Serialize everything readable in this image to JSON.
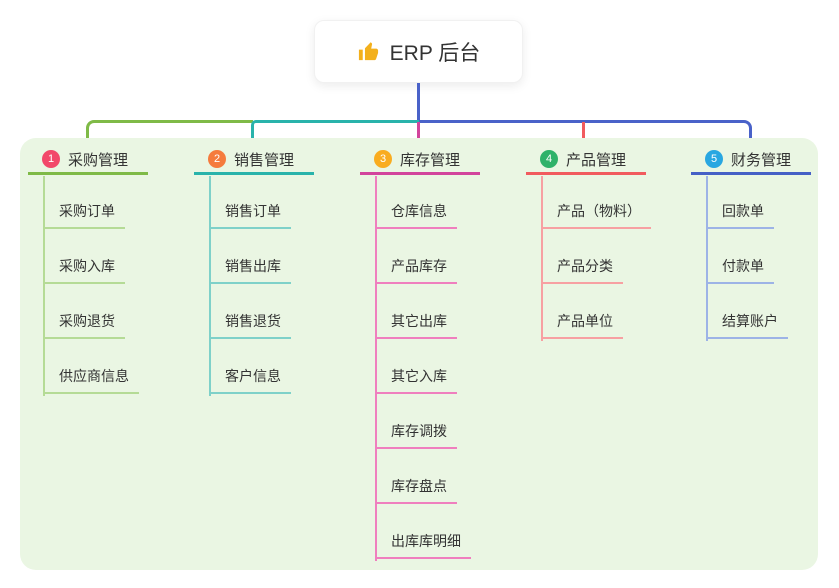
{
  "root": {
    "label": "ERP 后台",
    "icon": "thumbs-up-icon"
  },
  "branches": [
    {
      "num": "1",
      "label": "采购管理",
      "badge_color": "#f2486a",
      "line_color": "#7fba47",
      "child_line_color": "#b5db96",
      "children": [
        "采购订单",
        "采购入库",
        "采购退货",
        "供应商信息"
      ]
    },
    {
      "num": "2",
      "label": "销售管理",
      "badge_color": "#f57b3d",
      "line_color": "#29b3ab",
      "child_line_color": "#7fd1c9",
      "children": [
        "销售订单",
        "销售出库",
        "销售退货",
        "客户信息"
      ]
    },
    {
      "num": "3",
      "label": "库存管理",
      "badge_color": "#f9ac1f",
      "line_color": "#d2449c",
      "child_line_color": "#ef7fbe",
      "children": [
        "仓库信息",
        "产品库存",
        "其它出库",
        "其它入库",
        "库存调拨",
        "库存盘点",
        "出库库明细"
      ]
    },
    {
      "num": "4",
      "label": "产品管理",
      "badge_color": "#2fb26a",
      "line_color": "#f15b5e",
      "child_line_color": "#f7a0a2",
      "children": [
        "产品（物料）",
        "产品分类",
        "产品单位"
      ]
    },
    {
      "num": "5",
      "label": "财务管理",
      "badge_color": "#29a7e1",
      "line_color": "#4560c6",
      "child_line_color": "#9db3e6",
      "children": [
        "回款单",
        "付款单",
        "结算账户"
      ]
    }
  ],
  "palette": {
    "root_stem_color": "#4a62c9",
    "canvas_background": "#eaf6e3",
    "node_text_color": "#333333",
    "root_box_background": "#ffffff",
    "thumb_icon_color": "#f3b01c"
  }
}
